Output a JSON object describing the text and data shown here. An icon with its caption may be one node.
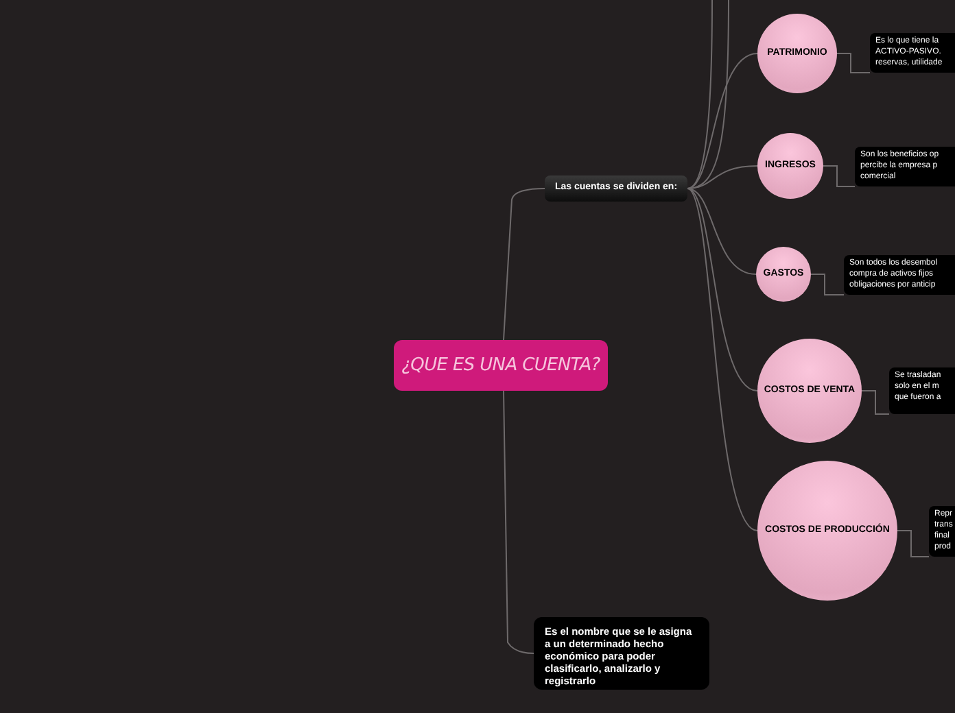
{
  "diagram": {
    "nodes": [
      {
        "text": [
          "¿QUE ES UNA CUENTA?"
        ]
      },
      {
        "text": [
          "Las cuentas se dividen en:"
        ]
      },
      {
        "text": [
          "PATRIMONIO"
        ]
      },
      {
        "text": [
          "Es lo que tiene la ACTIVO-PASIVO. reservas, utilidade"
        ]
      },
      {
        "text": [
          "INGRESOS"
        ]
      },
      {
        "text": [
          "Son los beneficios op percibe la empresa p comercial"
        ]
      },
      {
        "text": [
          "GASTOS"
        ]
      },
      {
        "text": [
          "Son todos los desembol compra de activos fijos obligaciones por anticip"
        ]
      },
      {
        "text": [
          "COSTOS DE VENTA"
        ]
      },
      {
        "text": [
          "Se trasladan solo en el m que fueron a"
        ]
      },
      {
        "text": [
          "COSTOS DE PRODUCCIÓN"
        ]
      },
      {
        "text": [
          "Repr trans final prod"
        ]
      },
      {
        "text": [
          "Es el nombre que se le asigna a un determinado hecho económico para poder clasificarlo, analizarlo y registrarlo"
        ]
      }
    ],
    "edges": [
      {
        "from": 0,
        "to": 1,
        "arrow": "none"
      },
      {
        "from": 0,
        "to": 12,
        "arrow": "none"
      },
      {
        "from": 1,
        "to": null,
        "arrow": "none"
      },
      {
        "from": 1,
        "to": null,
        "arrow": "none"
      },
      {
        "from": 1,
        "to": 2,
        "arrow": "none"
      },
      {
        "from": 1,
        "to": 4,
        "arrow": "none"
      },
      {
        "from": 1,
        "to": 6,
        "arrow": "none"
      },
      {
        "from": 1,
        "to": 8,
        "arrow": "none"
      },
      {
        "from": 1,
        "to": 10,
        "arrow": "none"
      },
      {
        "from": 2,
        "to": 3,
        "arrow": "none"
      },
      {
        "from": 4,
        "to": 5,
        "arrow": "none"
      },
      {
        "from": 6,
        "to": 7,
        "arrow": "none"
      },
      {
        "from": 8,
        "to": 9,
        "arrow": "none"
      },
      {
        "from": 10,
        "to": 11,
        "arrow": "none"
      }
    ]
  }
}
